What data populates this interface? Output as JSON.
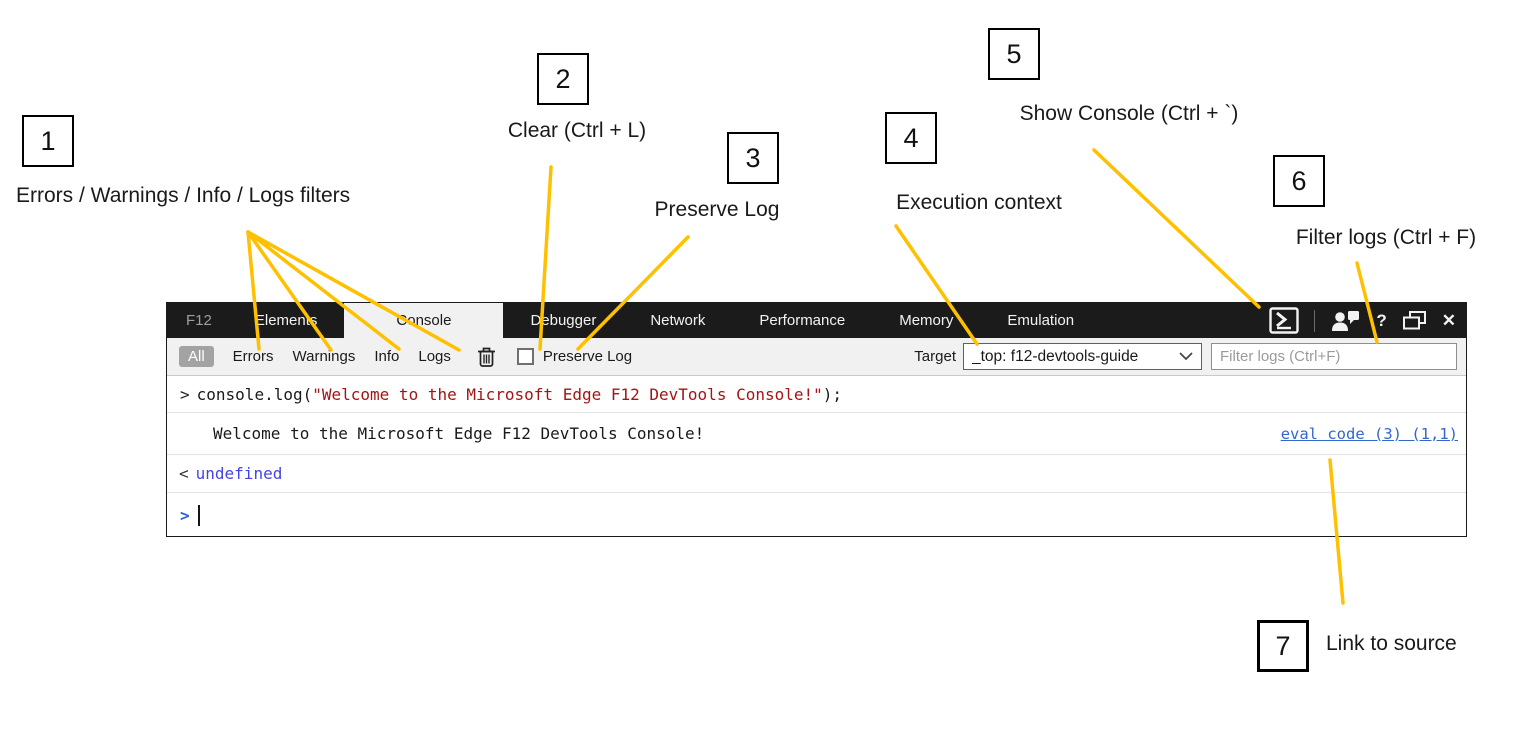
{
  "annotations": {
    "line_color": "#FFC000",
    "callouts": [
      {
        "number": "1",
        "label": "Errors / Warnings / Info / Logs filters"
      },
      {
        "number": "2",
        "label": "Clear (Ctrl + L)"
      },
      {
        "number": "3",
        "label": "Preserve Log"
      },
      {
        "number": "4",
        "label": "Execution context"
      },
      {
        "number": "5",
        "label": "Show Console (Ctrl + `)"
      },
      {
        "number": "6",
        "label": "Filter logs (Ctrl + F)"
      },
      {
        "number": "7",
        "label": "Link to source"
      }
    ]
  },
  "devtools": {
    "brand": "F12",
    "tabs": [
      "Elements",
      "Console",
      "Debugger",
      "Network",
      "Performance",
      "Memory",
      "Emulation"
    ],
    "selected_tab": "Console",
    "window_controls": {
      "help": "?",
      "close": "✕"
    },
    "toolbar": {
      "filters": [
        "All",
        "Errors",
        "Warnings",
        "Info",
        "Logs"
      ],
      "preserve_log_label": "Preserve Log",
      "target_label": "Target",
      "target_value": "_top: f12-devtools-guide",
      "filter_placeholder": "Filter logs (Ctrl+F)"
    },
    "console": {
      "command": {
        "prompt": ">",
        "code_prefix": "console.log(",
        "code_string": "\"Welcome to the Microsoft Edge F12 DevTools Console!\"",
        "code_suffix": ");"
      },
      "log_message": "Welcome to the Microsoft Edge F12 DevTools Console!",
      "source_link": "eval code (3) (1,1)",
      "result_marker": "<",
      "result_value": "undefined",
      "input_prompt": ">"
    },
    "colors": {
      "annotation_accent": "#FFC000",
      "code_string": "#A31515",
      "result_value": "#4343E8",
      "link": "#3366CC"
    }
  }
}
